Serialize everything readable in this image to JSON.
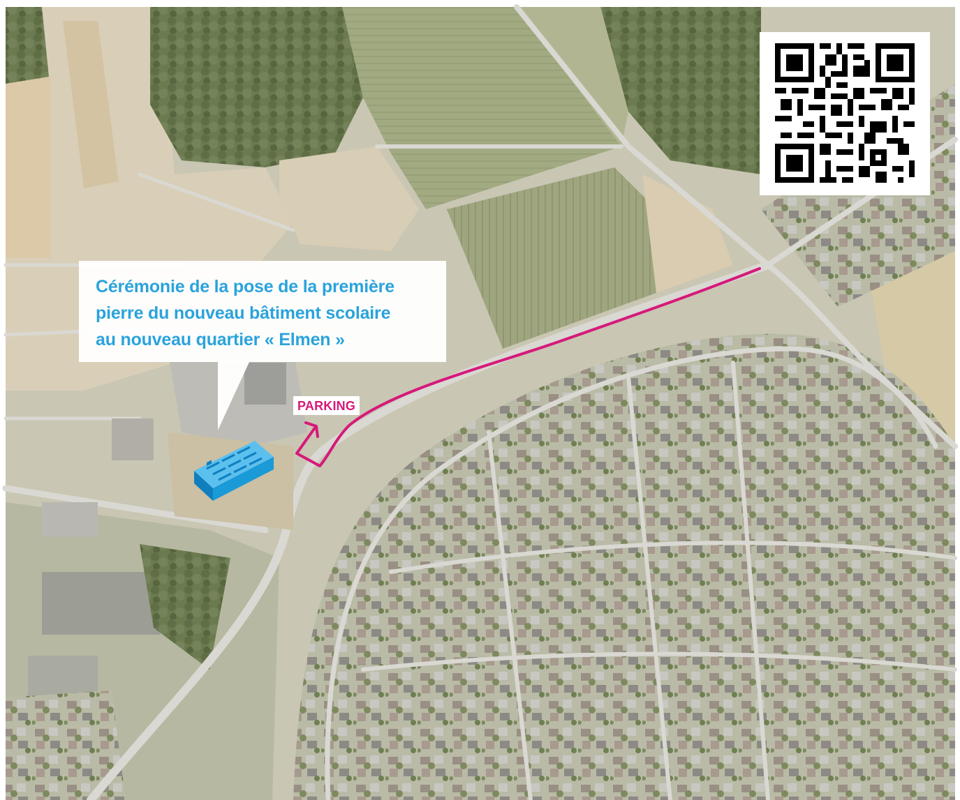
{
  "callout": {
    "lines": [
      "Cérémonie de la pose de la première",
      "pierre du nouveau bâtiment scolaire",
      "au nouveau quartier « Elmen »"
    ]
  },
  "parking": {
    "label": "PARKING"
  },
  "colors": {
    "route": "#d6197a",
    "callout_text": "#2aa3dc",
    "building": "#1a9ad6"
  },
  "icons": {
    "building": "school-building-icon",
    "qr": "qr-code-icon",
    "arrow": "parking-arrow-icon"
  }
}
